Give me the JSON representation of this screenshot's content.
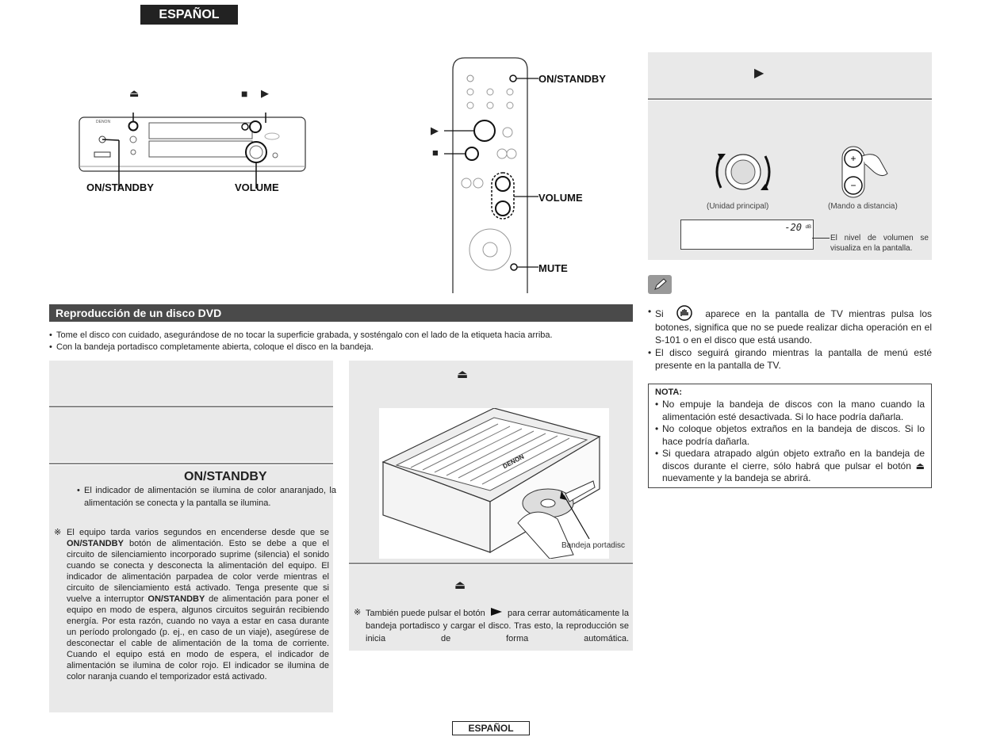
{
  "header": {
    "lang_tab": "ESPAÑOL"
  },
  "main_unit": {
    "label_on_standby": "ON/STANDBY",
    "label_volume": "VOLUME",
    "brand_text": "DENON",
    "eject_symbol": "⏏",
    "stop_symbol": "■",
    "play_symbol": "▶"
  },
  "remote": {
    "label_on_standby": "ON/STANDBY",
    "label_volume": "VOLUME",
    "label_mute": "MUTE",
    "play_symbol": "▶",
    "stop_symbol": "■"
  },
  "volume_panel": {
    "play_symbol": "▶",
    "caption_main": "(Unidad principal)",
    "caption_remote": "(Mando a distancia)",
    "display_value": "-20",
    "display_unit": "dB",
    "display_note": "El nivel de volumen se visualiza en la pantalla."
  },
  "notes": {
    "items": [
      {
        "prefix": "Si",
        "text": "aparece en la pantalla de TV mientras pulsa los botones, significa que no se puede realizar dicha operación en el S-101 o en el disco que está usando."
      },
      {
        "text": "El disco seguirá girando mientras la pantalla de menú esté presente en la pantalla de TV."
      }
    ]
  },
  "nota_box": {
    "title": "NOTA:",
    "items": [
      "No empuje la bandeja de discos con la mano cuando la alimentación esté desactivada. Si lo hace podría dañarla.",
      "No coloque objetos extraños en la bandeja de discos. Si lo hace podría dañarla.",
      "Si quedara atrapado algún objeto extraño en la bandeja de discos durante el cierre, sólo habrá que pulsar el botón ⏏ nuevamente y la bandeja se abrirá."
    ]
  },
  "section": {
    "title": "Reproducción de un disco DVD",
    "bullets": [
      "Tome el disco con cuidado, asegurándose de no tocar la superficie grabada, y sosténgalo con el lado de la etiqueta hacia arriba.",
      "Con la bandeja portadisco completamente abierta, coloque el disco en la bandeja."
    ]
  },
  "step_left": {
    "heading": "ON/STANDBY",
    "bullet": "El indicador de alimentación se ilumina de color anaranjado, la alimentación se conecta y la pantalla se ilumina.",
    "ref_mark": "※",
    "note_parts": [
      "El equipo tarda varios segundos en encenderse desde que se ",
      "ON/STANDBY",
      " botón de alimentación. Esto se debe a que el circuito de silenciamiento incorporado suprime (silencia) el sonido cuando se conecta y desconecta la alimentación del equipo. El indicador de alimentación parpadea de color verde mientras el circuito de silenciamiento está activado. Tenga presente que si vuelve a interruptor ",
      "ON/STANDBY",
      " de alimentación para poner el equipo en modo de espera, algunos circuitos seguirán recibiendo energía. Por esta razón, cuando no vaya a estar en casa durante un período prolongado (p. ej., en caso de un viaje), asegúrese de desconectar el cable de alimentación de la toma de corriente. Cuando el equipo está en modo de espera, el indicador de alimentación se ilumina de color rojo. El indicador se ilumina de color naranja cuando el temporizador está activado."
    ]
  },
  "step_mid": {
    "eject_symbol": "⏏",
    "tray_label": "Bandeja portadisc",
    "brand_text": "DENON",
    "eject_symbol_2": "⏏",
    "ref_mark": "※",
    "note_before": "También puede pulsar el botón",
    "note_after": "para cerrar automáticamente la bandeja portadisco y cargar el disco. Tras esto, la reproducción se inicia de forma automática."
  },
  "footer": {
    "lang": "ESPAÑOL"
  }
}
